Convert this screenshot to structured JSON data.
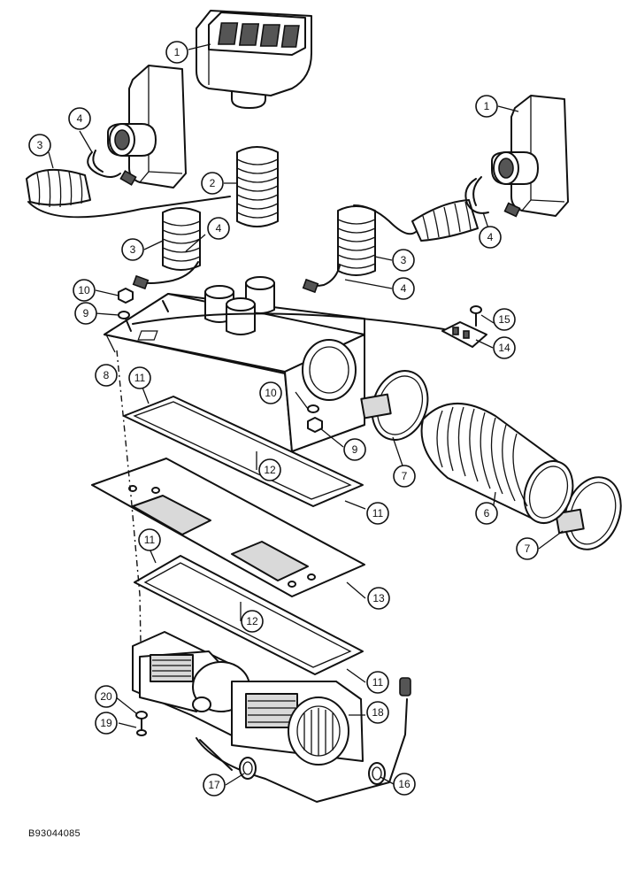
{
  "drawing_code": "B93044085",
  "callouts": [
    {
      "id": "c1a",
      "label": "1"
    },
    {
      "id": "c1b",
      "label": "1"
    },
    {
      "id": "c2",
      "label": "2"
    },
    {
      "id": "c3a",
      "label": "3"
    },
    {
      "id": "c3b",
      "label": "3"
    },
    {
      "id": "c3c",
      "label": "3"
    },
    {
      "id": "c4a",
      "label": "4"
    },
    {
      "id": "c4b",
      "label": "4"
    },
    {
      "id": "c4c",
      "label": "4"
    },
    {
      "id": "c4d",
      "label": "4"
    },
    {
      "id": "c6",
      "label": "6"
    },
    {
      "id": "c7a",
      "label": "7"
    },
    {
      "id": "c7b",
      "label": "7"
    },
    {
      "id": "c8",
      "label": "8"
    },
    {
      "id": "c9a",
      "label": "9"
    },
    {
      "id": "c9b",
      "label": "9"
    },
    {
      "id": "c10a",
      "label": "10"
    },
    {
      "id": "c10b",
      "label": "10"
    },
    {
      "id": "c11a",
      "label": "11"
    },
    {
      "id": "c11b",
      "label": "11"
    },
    {
      "id": "c11c",
      "label": "11"
    },
    {
      "id": "c11d",
      "label": "11"
    },
    {
      "id": "c12a",
      "label": "12"
    },
    {
      "id": "c12b",
      "label": "12"
    },
    {
      "id": "c13",
      "label": "13"
    },
    {
      "id": "c14",
      "label": "14"
    },
    {
      "id": "c15",
      "label": "15"
    },
    {
      "id": "c16",
      "label": "16"
    },
    {
      "id": "c17",
      "label": "17"
    },
    {
      "id": "c18",
      "label": "18"
    },
    {
      "id": "c19",
      "label": "19"
    },
    {
      "id": "c20",
      "label": "20"
    }
  ]
}
